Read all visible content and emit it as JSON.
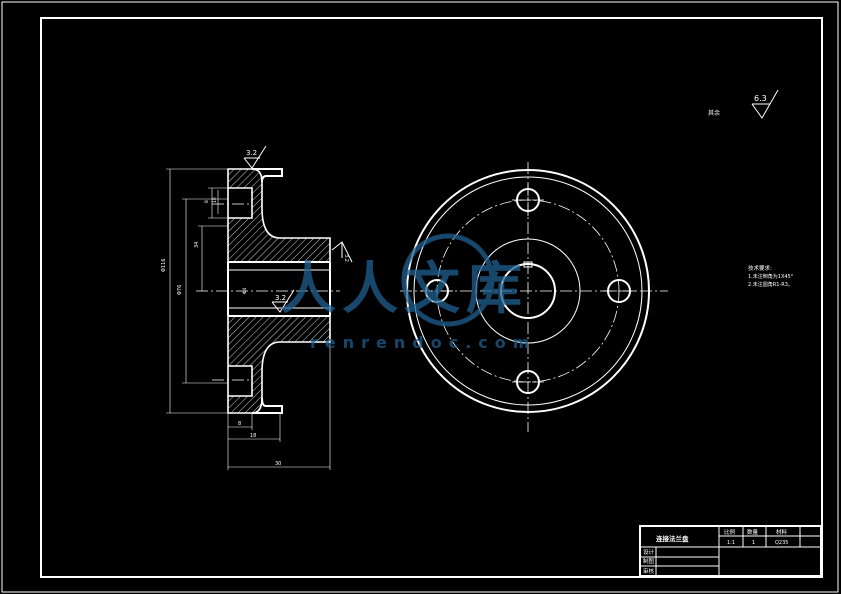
{
  "colors": {
    "background": "#000000",
    "line": "#ffffff",
    "watermark": "#1f5f8f"
  },
  "roughness": {
    "global_value": "6.3",
    "global_note": "其余",
    "top_value": "3.2",
    "right_value": "3.2",
    "bore_value": "3.2"
  },
  "dimensions": {
    "outer_dia": "Φ116",
    "bolt_circle": "Φ76",
    "small_1": "8",
    "small_2": "10",
    "mid_left": "34",
    "bore": "Φ4",
    "width_8": "8",
    "width_18": "18",
    "width_30": "30"
  },
  "tech_notes": {
    "title": "技术要求:",
    "line1": "1.未注倒角为1X45°",
    "line2": "2.未注圆角R1-R3。"
  },
  "title_block": {
    "part_name": "连接法兰盘",
    "col_scale_label": "比例",
    "col_qty_label": "数量",
    "col_material_label": "材料",
    "scale_value": "1:1",
    "qty_value": "1",
    "material_value": "Q235",
    "row_design": "设计",
    "row_draw": "制图",
    "row_review": "审核"
  },
  "watermark": {
    "text": "人人文库",
    "subtext": "renrendoc.com"
  }
}
